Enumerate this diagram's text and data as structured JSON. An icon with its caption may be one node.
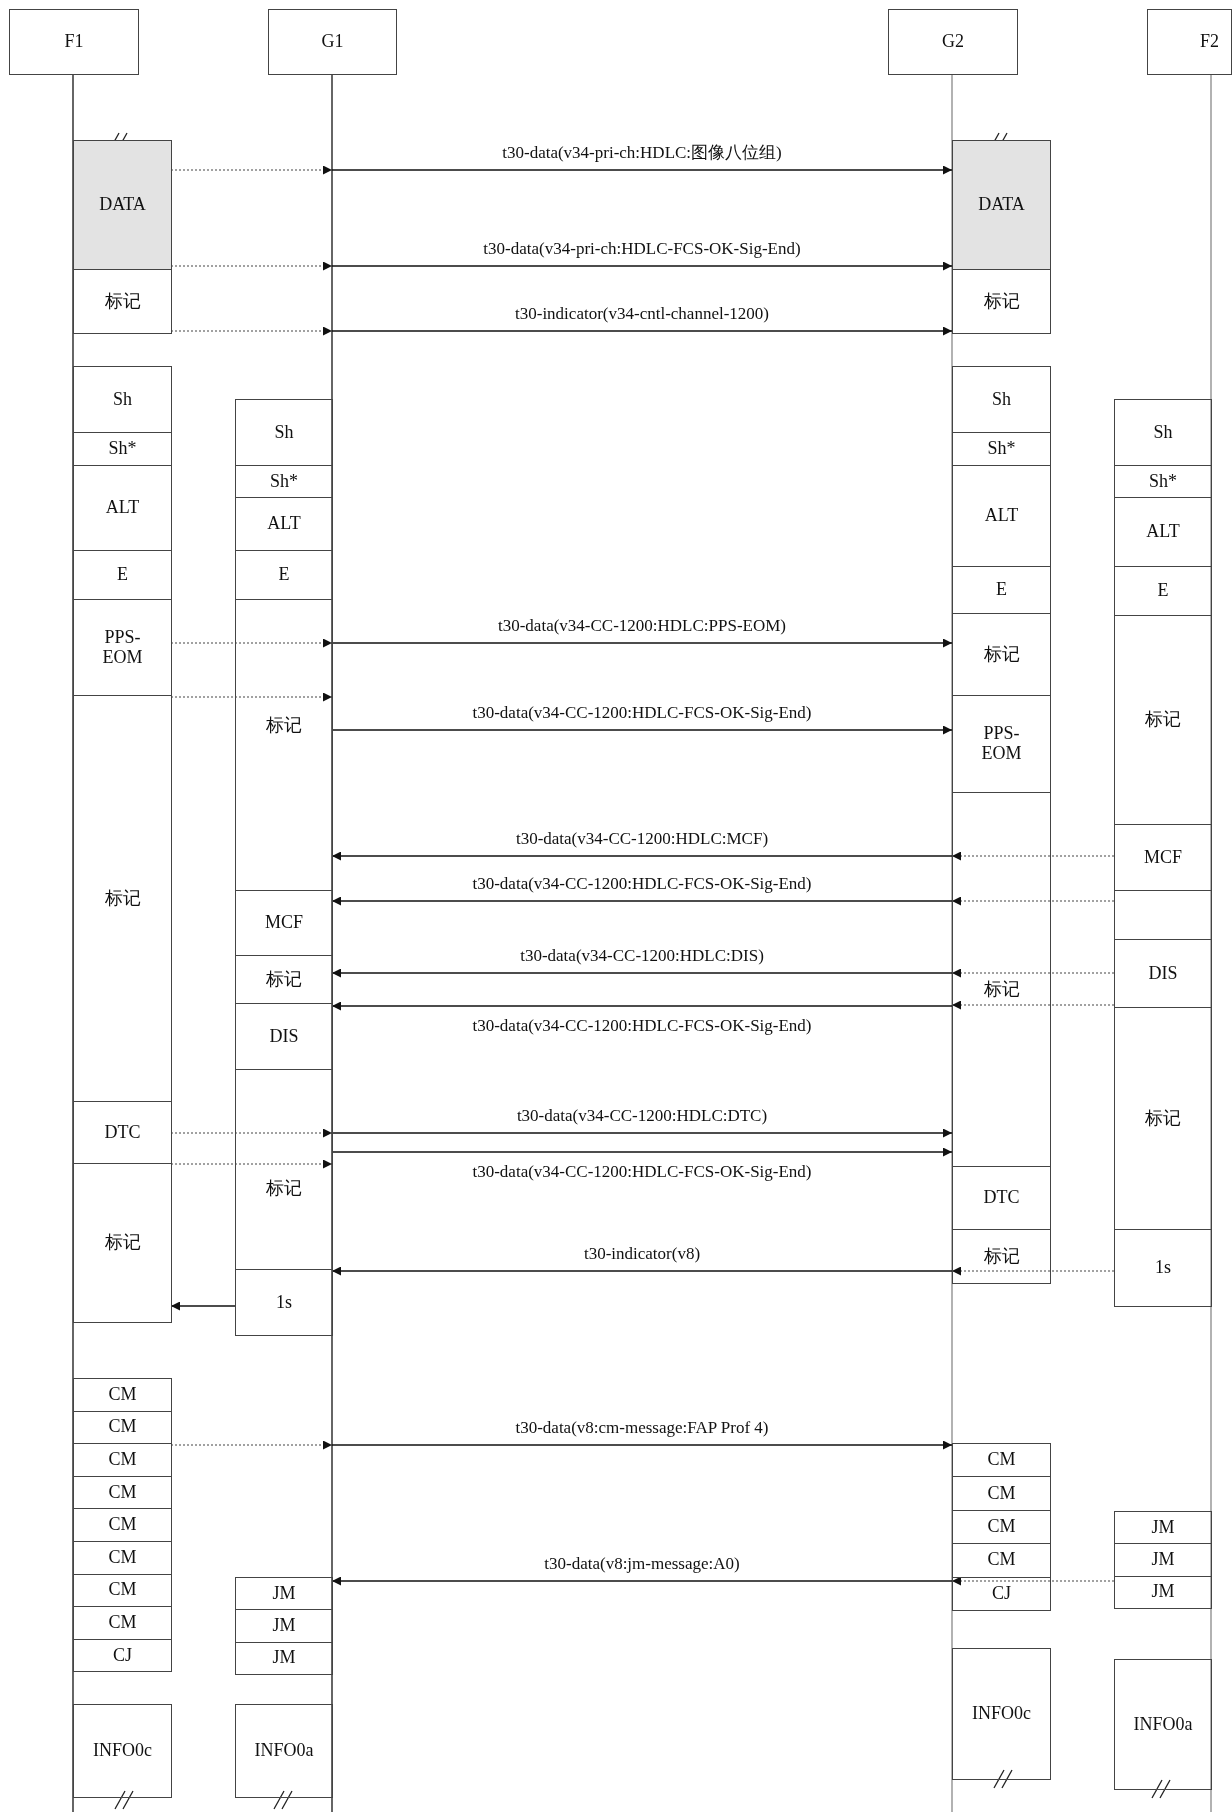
{
  "diagram": {
    "nodes": [
      {
        "text": [
          "F1"
        ]
      },
      {
        "text": [
          "G1"
        ]
      },
      {
        "text": [
          "G2"
        ]
      },
      {
        "text": [
          "F2"
        ]
      },
      {
        "text": [
          "DATA"
        ]
      },
      {
        "text": [
          "标记"
        ]
      },
      {
        "text": [
          "Sh"
        ]
      },
      {
        "text": [
          "Sh*"
        ]
      },
      {
        "text": [
          "ALT"
        ]
      },
      {
        "text": [
          "E"
        ]
      },
      {
        "text": [
          "PPS-EOM"
        ]
      },
      {
        "text": [
          "标记"
        ]
      },
      {
        "text": [
          "DTC"
        ]
      },
      {
        "text": [
          "标记"
        ]
      },
      {
        "text": [
          "CM"
        ]
      },
      {
        "text": [
          "CM"
        ]
      },
      {
        "text": [
          "CM"
        ]
      },
      {
        "text": [
          "CM"
        ]
      },
      {
        "text": [
          "CM"
        ]
      },
      {
        "text": [
          "CM"
        ]
      },
      {
        "text": [
          "CM"
        ]
      },
      {
        "text": [
          "CM"
        ]
      },
      {
        "text": [
          "CJ"
        ]
      },
      {
        "text": [
          "INFO0c"
        ]
      },
      {
        "text": [
          "Sh"
        ]
      },
      {
        "text": [
          "Sh*"
        ]
      },
      {
        "text": [
          "ALT"
        ]
      },
      {
        "text": [
          "E"
        ]
      },
      {
        "text": [
          "标记"
        ]
      },
      {
        "text": [
          "MCF"
        ]
      },
      {
        "text": [
          "标记"
        ]
      },
      {
        "text": [
          "DIS"
        ]
      },
      {
        "text": [
          "标记"
        ]
      },
      {
        "text": [
          "1s"
        ]
      },
      {
        "text": [
          "JM"
        ]
      },
      {
        "text": [
          "JM"
        ]
      },
      {
        "text": [
          "JM"
        ]
      },
      {
        "text": [
          "INFO0a"
        ]
      },
      {
        "text": [
          "DATA"
        ]
      },
      {
        "text": [
          "标记"
        ]
      },
      {
        "text": [
          "Sh"
        ]
      },
      {
        "text": [
          "Sh*"
        ]
      },
      {
        "text": [
          "ALT"
        ]
      },
      {
        "text": [
          "E"
        ]
      },
      {
        "text": [
          "标记"
        ]
      },
      {
        "text": [
          "PPS-EOM"
        ]
      },
      {
        "text": [
          "标记"
        ]
      },
      {
        "text": [
          "DTC"
        ]
      },
      {
        "text": [
          "标记"
        ]
      },
      {
        "text": [
          "CM"
        ]
      },
      {
        "text": [
          "CM"
        ]
      },
      {
        "text": [
          "CM"
        ]
      },
      {
        "text": [
          "CM"
        ]
      },
      {
        "text": [
          "CJ"
        ]
      },
      {
        "text": [
          "INFO0c"
        ]
      },
      {
        "text": [
          "Sh"
        ]
      },
      {
        "text": [
          "Sh*"
        ]
      },
      {
        "text": [
          "ALT"
        ]
      },
      {
        "text": [
          "E"
        ]
      },
      {
        "text": [
          "标记"
        ]
      },
      {
        "text": [
          "MCF"
        ]
      },
      {
        "text": [],
        "shape": "box"
      },
      {
        "text": [
          "DIS"
        ]
      },
      {
        "text": [
          "标记"
        ]
      },
      {
        "text": [
          "1s"
        ]
      },
      {
        "text": [
          "JM"
        ]
      },
      {
        "text": [
          "JM"
        ]
      },
      {
        "text": [
          "JM"
        ]
      },
      {
        "text": [
          "INFO0a"
        ]
      }
    ],
    "edges": [
      {
        "from": 4,
        "to": null,
        "arrow": "to",
        "style": "dashed"
      },
      {
        "from": null,
        "to": 38,
        "arrow": "to",
        "label": "t30-data(v34-pri-ch:HDLC:图像八位组)"
      },
      {
        "from": 4,
        "to": null,
        "arrow": "to",
        "style": "dashed"
      },
      {
        "from": null,
        "to": 38,
        "arrow": "to",
        "label": "t30-data(v34-pri-ch:HDLC-FCS-OK-Sig-End)"
      },
      {
        "from": 5,
        "to": null,
        "arrow": "to",
        "style": "dashed"
      },
      {
        "from": null,
        "to": 39,
        "arrow": "to",
        "label": "t30-indicator(v34-cntl-channel-1200)"
      },
      {
        "from": 10,
        "to": 28,
        "arrow": "to",
        "style": "dashed"
      },
      {
        "from": 28,
        "to": 44,
        "arrow": "to",
        "label": "t30-data(v34-CC-1200:HDLC:PPS-EOM)"
      },
      {
        "from": 11,
        "to": 28,
        "arrow": "to",
        "style": "dashed"
      },
      {
        "from": 28,
        "to": 45,
        "arrow": "to",
        "label": "t30-data(v34-CC-1200:HDLC-FCS-OK-Sig-End)"
      },
      {
        "from": 60,
        "to": 46,
        "arrow": "to",
        "style": "dashed"
      },
      {
        "from": 46,
        "to": 28,
        "arrow": "to",
        "label": "t30-data(v34-CC-1200:HDLC:MCF)"
      },
      {
        "from": 61,
        "to": 46,
        "arrow": "to",
        "style": "dashed"
      },
      {
        "from": 46,
        "to": 29,
        "arrow": "to",
        "label": "t30-data(v34-CC-1200:HDLC-FCS-OK-Sig-End)"
      },
      {
        "from": 62,
        "to": 46,
        "arrow": "to",
        "style": "dashed"
      },
      {
        "from": 46,
        "to": 30,
        "arrow": "to",
        "label": "t30-data(v34-CC-1200:HDLC:DIS)"
      },
      {
        "from": 62,
        "to": 46,
        "arrow": "to",
        "style": "dashed"
      },
      {
        "from": 46,
        "to": 31,
        "arrow": "to",
        "label": "t30-data(v34-CC-1200:HDLC-FCS-OK-Sig-End)"
      },
      {
        "from": 12,
        "to": 32,
        "arrow": "to",
        "style": "dashed"
      },
      {
        "from": 32,
        "to": 46,
        "arrow": "to",
        "label": "t30-data(v34-CC-1200:HDLC:DTC)"
      },
      {
        "from": 13,
        "to": 32,
        "arrow": "to",
        "style": "dashed"
      },
      {
        "from": 32,
        "to": 46,
        "arrow": "to",
        "label": "t30-data(v34-CC-1200:HDLC-FCS-OK-Sig-End)"
      },
      {
        "from": 64,
        "to": 48,
        "arrow": "to",
        "style": "dashed"
      },
      {
        "from": 48,
        "to": 33,
        "arrow": "to",
        "label": "t30-indicator(v8)"
      },
      {
        "from": 33,
        "to": 13,
        "arrow": "to"
      },
      {
        "from": 16,
        "to": null,
        "arrow": "to",
        "style": "dashed"
      },
      {
        "from": null,
        "to": 49,
        "arrow": "to",
        "label": "t30-data(v8:cm-message:FAP Prof 4)"
      },
      {
        "from": 67,
        "to": 53,
        "arrow": "to",
        "style": "dashed"
      },
      {
        "from": 53,
        "to": 34,
        "arrow": "to",
        "label": "t30-data(v8:jm-message:A0)"
      }
    ]
  }
}
